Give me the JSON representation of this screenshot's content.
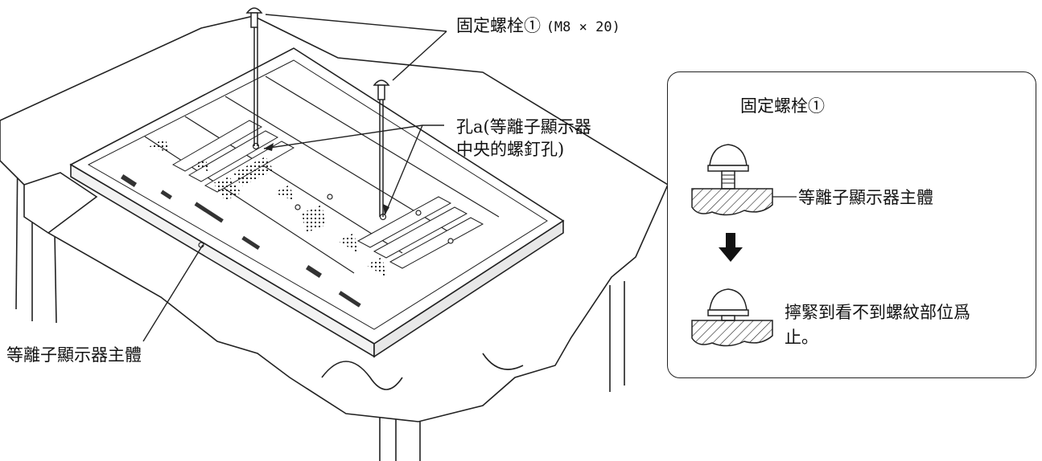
{
  "labels": {
    "bolt_callout_main": "固定螺栓①",
    "bolt_callout_spec": "(M8 × 20)",
    "hole_callout_line1": "孔a(等離子顯示器",
    "hole_callout_line2": "中央的螺釘孔)",
    "body_callout": "等離子顯示器主體"
  },
  "detail_box": {
    "bolt_label": "固定螺栓①",
    "body_label": "等離子顯示器主體",
    "instruction_line1": "擰緊到看不到螺紋部位爲",
    "instruction_line2": "止。"
  },
  "icons": {
    "arrow": "down-arrow-icon",
    "bolt": "bolt-icon"
  }
}
